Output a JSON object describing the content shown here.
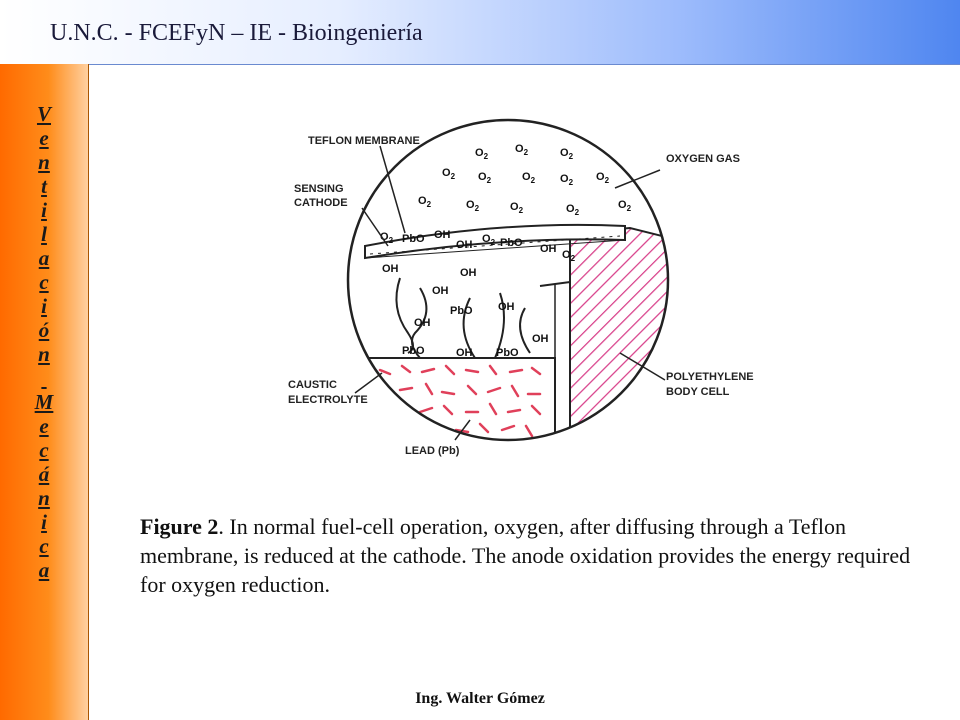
{
  "header": {
    "title": "U.N.C.  -  FCEFyN – IE - Bioingeniería"
  },
  "sidebar": {
    "letters": [
      "V",
      "e",
      "n",
      "t",
      "i",
      "l",
      "a",
      "c",
      "i",
      "ó",
      "n",
      " ",
      "M",
      "e",
      "c",
      "á",
      "n",
      "i",
      "c",
      "a"
    ]
  },
  "diagram": {
    "labels": {
      "teflon_membrane": "TEFLON MEMBRANE",
      "sensing": "SENSING",
      "cathode": "CATHODE",
      "oxygen_gas": "OXYGEN GAS",
      "polyethylene": "POLYETHYLENE",
      "body_cell": "BODY CELL",
      "caustic": "CAUSTIC",
      "electrolyte": "ELECTROLYTE",
      "lead": "LEAD (Pb)"
    },
    "species": {
      "o2": "O",
      "o2_sub": "2",
      "oh": "OH",
      "pbo": "PbO"
    }
  },
  "caption": {
    "figure_label": "Figure 2",
    "text": ". In normal fuel-cell operation, oxygen, after diffusing through a Teflon membrane, is reduced at the cathode. The anode oxidation provides the energy required for oxygen reduction."
  },
  "footer": {
    "author": "Ing. Walter Gómez"
  }
}
